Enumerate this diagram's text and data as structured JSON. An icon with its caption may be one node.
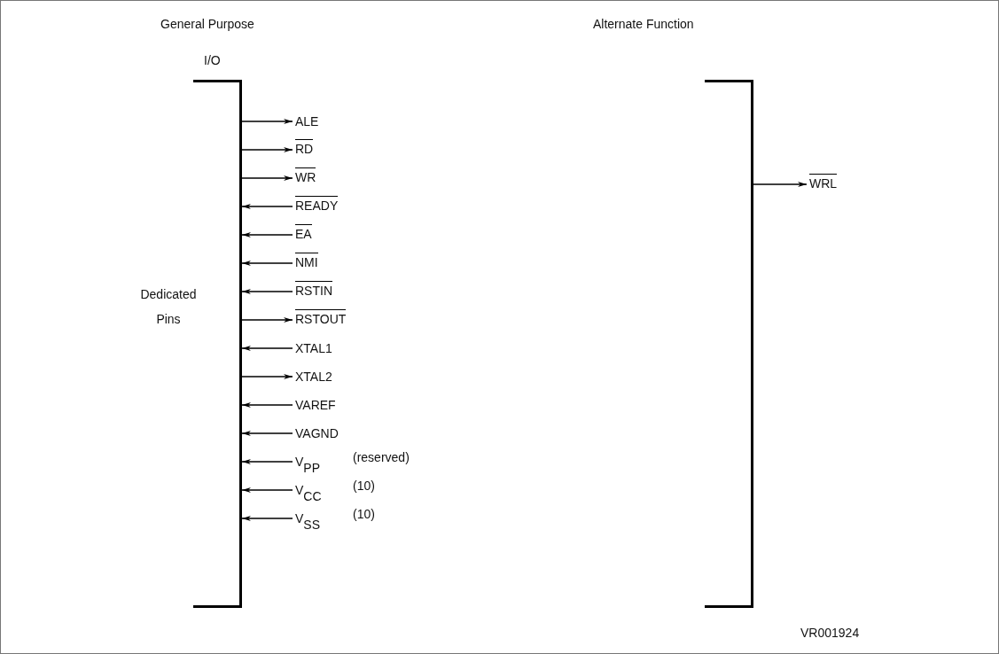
{
  "diagram": {
    "nodes": [
      {
        "text": [],
        "shape": "bar",
        "beside": [
          "Dedicated Pins"
        ]
      },
      {
        "text": [
          "ALE"
        ]
      },
      {
        "text": [
          "RD"
        ]
      },
      {
        "text": [
          "WR"
        ]
      },
      {
        "text": [
          "READY"
        ]
      },
      {
        "text": [
          "EA"
        ]
      },
      {
        "text": [
          "NMI"
        ]
      },
      {
        "text": [
          "RSTIN"
        ]
      },
      {
        "text": [
          "RSTOUT"
        ]
      },
      {
        "text": [
          "XTAL1"
        ]
      },
      {
        "text": [
          "XTAL2"
        ]
      },
      {
        "text": [
          "VAREF"
        ]
      },
      {
        "text": [
          "VAGND"
        ]
      },
      {
        "text": [
          "V$_{PP}$"
        ],
        "beside": [
          "(reserved)"
        ]
      },
      {
        "text": [
          "V$_{CC}$"
        ],
        "beside": [
          "(10)"
        ]
      },
      {
        "text": [
          "V$_{SS}$"
        ],
        "beside": [
          "(10)"
        ]
      },
      {
        "text": [],
        "shape": "bar"
      },
      {
        "text": [
          "WRL"
        ]
      }
    ],
    "edges": [
      {
        "from": 0,
        "to": 1,
        "arrow": "to"
      },
      {
        "from": 0,
        "to": 2,
        "arrow": "to"
      },
      {
        "from": 0,
        "to": 3,
        "arrow": "to"
      },
      {
        "from": 4,
        "to": 0,
        "arrow": "to"
      },
      {
        "from": 5,
        "to": 0,
        "arrow": "to"
      },
      {
        "from": 6,
        "to": 0,
        "arrow": "to"
      },
      {
        "from": 7,
        "to": 0,
        "arrow": "to"
      },
      {
        "from": 0,
        "to": 8,
        "arrow": "to"
      },
      {
        "from": 9,
        "to": 0,
        "arrow": "to"
      },
      {
        "from": 0,
        "to": 10,
        "arrow": "to"
      },
      {
        "from": 11,
        "to": 0,
        "arrow": "to"
      },
      {
        "from": 12,
        "to": 0,
        "arrow": "to"
      },
      {
        "from": 13,
        "to": 0,
        "arrow": "to"
      },
      {
        "from": 14,
        "to": 0,
        "arrow": "to"
      },
      {
        "from": 15,
        "to": 0,
        "arrow": "to"
      },
      {
        "from": 16,
        "to": 17,
        "arrow": "to"
      }
    ],
    "labels": [
      "General Purpose",
      "Alternate Function",
      "I/O",
      "VR001924"
    ]
  }
}
